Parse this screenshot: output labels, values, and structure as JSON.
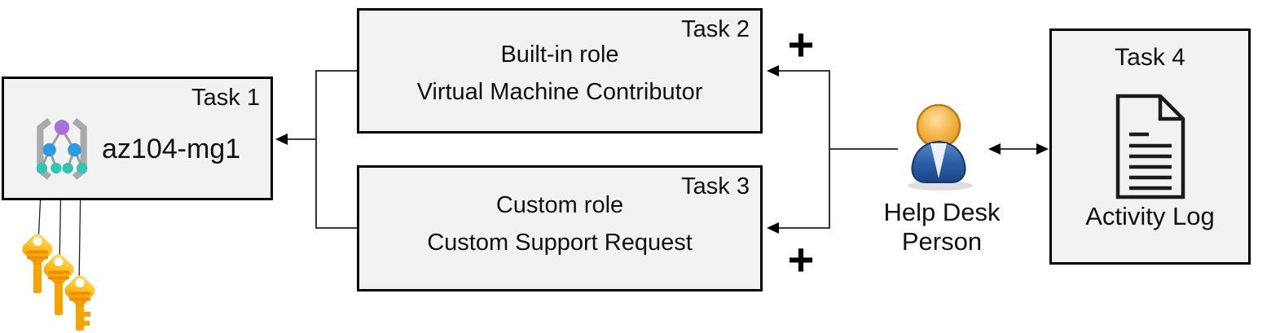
{
  "task1": {
    "tag": "Task 1",
    "name": "az104-mg1",
    "icon": "management-group-icon"
  },
  "task2": {
    "tag": "Task 2",
    "line1": "Built-in role",
    "line2": "Virtual Machine Contributor"
  },
  "task3": {
    "tag": "Task 3",
    "line1": "Custom role",
    "line2": "Custom Support Request"
  },
  "task4": {
    "tag": "Task 4",
    "caption": "Activity Log",
    "icon": "activity-log-document-icon"
  },
  "actor": {
    "line1": "Help Desk",
    "line2": "Person",
    "icon": "help-desk-person-icon"
  },
  "connectors": {
    "plus_top": "+",
    "plus_bottom": "+",
    "keys_icon": "access-keys-icon",
    "key_count": 3
  },
  "colors": {
    "box_fill": "#f2f2f2",
    "box_border": "#000000",
    "line": "#1f1f1f",
    "key_yellow": "#ffd95e",
    "key_orange": "#f79b00",
    "key_stripe": "#ef8f00",
    "person_head": "#eca333",
    "person_body": "#2a5ca6",
    "mg_purple": "#a771d9",
    "mg_blue": "#2d9be0",
    "mg_teal": "#31c5b4",
    "mg_bracket": "#a9a9a9"
  }
}
